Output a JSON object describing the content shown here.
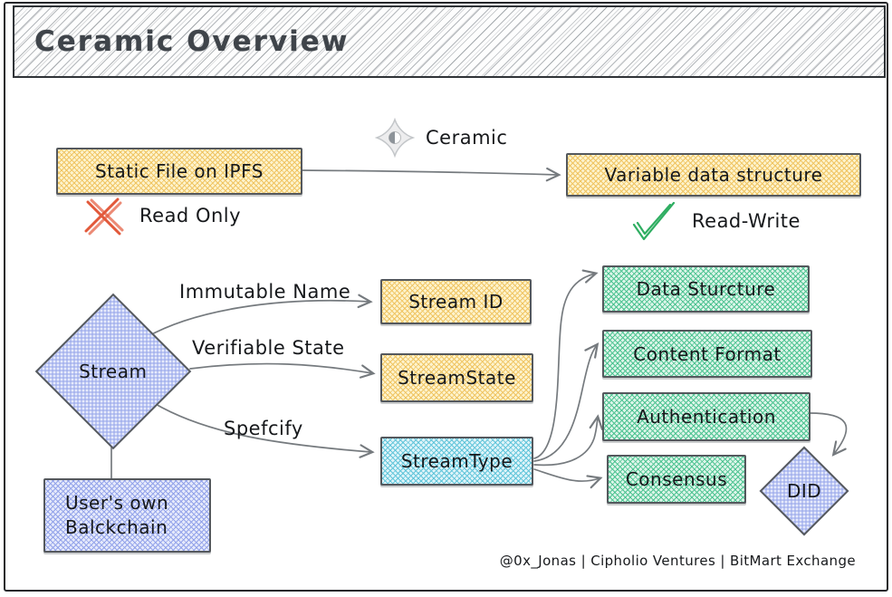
{
  "title": "Ceramic Overview",
  "legend": {
    "ceramic": "Ceramic",
    "read_only": "Read Only",
    "read_write": "Read-Write"
  },
  "nodes": {
    "static_file": "Static File on IPFS",
    "variable_data": "Variable data structure",
    "stream": "Stream",
    "users_own_line1": "User's own",
    "users_own_line2": "Balckchain",
    "stream_id": "Stream ID",
    "stream_state": "StreamState",
    "stream_type": "StreamType",
    "data_structure": "Data Sturcture",
    "content_format": "Content Format",
    "authentication": "Authentication",
    "consensus": "Consensus",
    "did": "DID"
  },
  "edge_labels": {
    "immutable_name": "Immutable Name",
    "verifiable_state": "Verifiable State",
    "specify": "Spefcify"
  },
  "footer": "@0x_Jonas | Cipholio Ventures | BitMart Exchange",
  "icons": {
    "ceramic_logo": "ceramic-diamond-logo",
    "read_only": "x-mark",
    "read_write": "check-mark"
  },
  "colors": {
    "yellow_hatch": "#f0c563",
    "yellow_bg": "#fdf3cd",
    "green_hatch": "#4ec392",
    "green_bg": "#ddf5e9",
    "blue_hatch": "#93a3ea",
    "blue_bg": "#e6eafb",
    "cyan_hatch": "#62c5da",
    "cyan_bg": "#dff4f9",
    "arrow": "#6a6f74",
    "x_mark": "#e2593b",
    "check_mark": "#2fae62",
    "border": "#54585d",
    "title_text": "#3f444a"
  }
}
